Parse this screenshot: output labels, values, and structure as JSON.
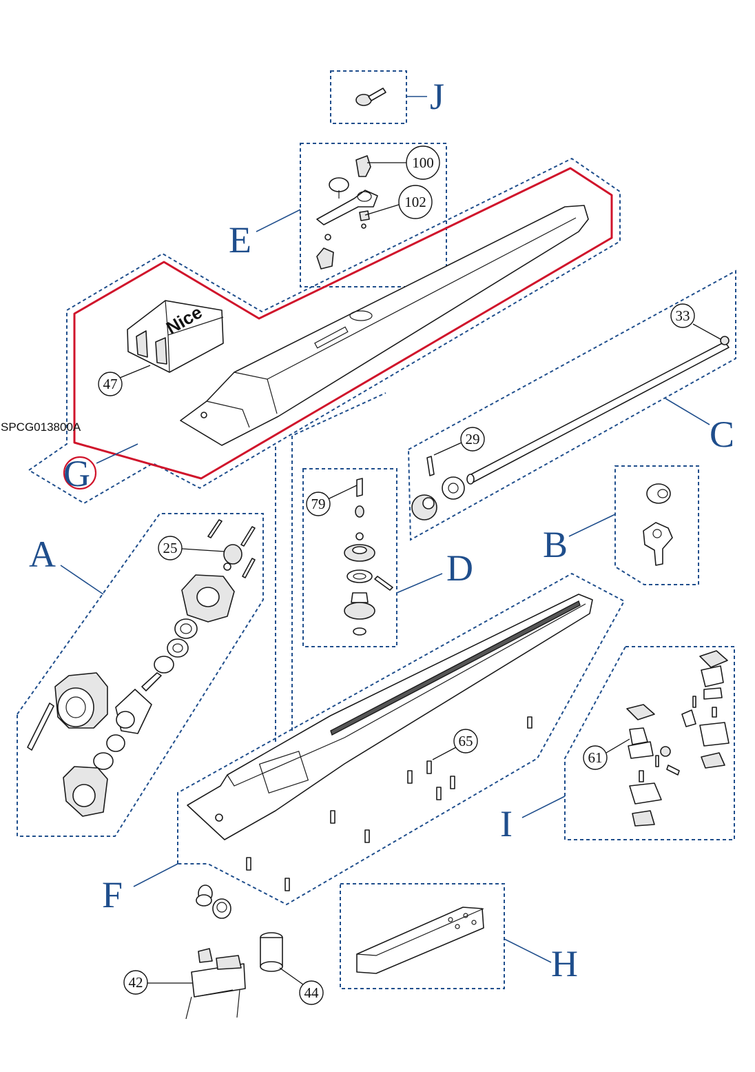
{
  "document_code": "SPCG013800A",
  "brand_logo_text": "Nice",
  "colors": {
    "group_label": "#1f4e8c",
    "group_outline": "#1f4e8c",
    "highlight_outline": "#d0142b"
  },
  "groups": [
    {
      "id": "A",
      "label": "A"
    },
    {
      "id": "B",
      "label": "B"
    },
    {
      "id": "C",
      "label": "C"
    },
    {
      "id": "D",
      "label": "D"
    },
    {
      "id": "E",
      "label": "E"
    },
    {
      "id": "F",
      "label": "F"
    },
    {
      "id": "G",
      "label": "G",
      "highlighted": true
    },
    {
      "id": "H",
      "label": "H"
    },
    {
      "id": "I",
      "label": "I"
    },
    {
      "id": "J",
      "label": "J"
    }
  ],
  "callouts": [
    "100",
    "102",
    "33",
    "47",
    "29",
    "79",
    "25",
    "65",
    "61",
    "42",
    "44"
  ]
}
